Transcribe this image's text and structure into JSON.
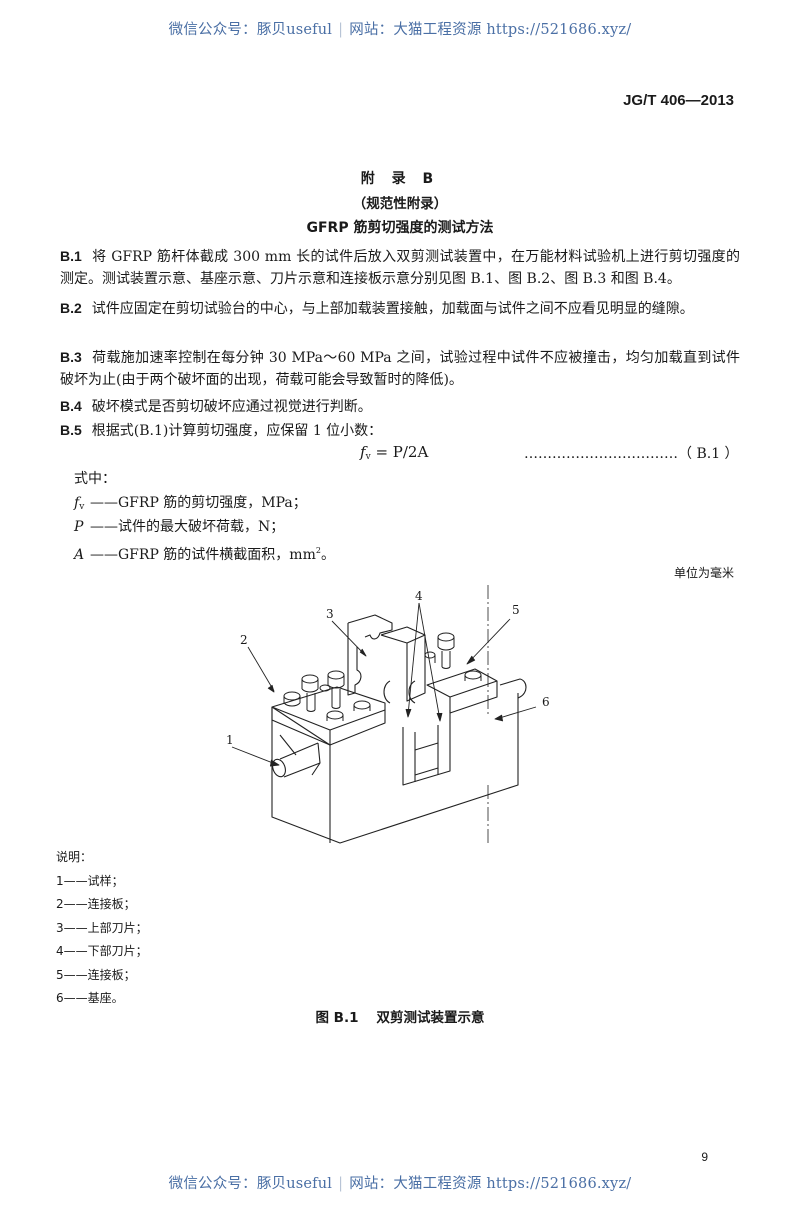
{
  "watermark": {
    "color": "#4a6fa5",
    "wechat_label": "微信公众号：豚贝useful",
    "separator": "|",
    "site_label": "网站：大猫工程资源 https://521686.xyz/"
  },
  "header": {
    "standard_number": "JG/T 406—2013"
  },
  "appendix": {
    "title": "附 录 B",
    "type": "（规范性附录）",
    "subtitle": "GFRP 筋剪切强度的测试方法"
  },
  "clauses": [
    {
      "number": "B.1",
      "text": "将 GFRP 筋杆体截成 300 mm 长的试件后放入双剪测试装置中，在万能材料试验机上进行剪切强度的测定。测试装置示意、基座示意、刀片示意和连接板示意分别见图 B.1、图 B.2、图 B.3 和图 B.4。"
    },
    {
      "number": "B.2",
      "text": "试件应固定在剪切试验台的中心，与上部加载装置接触，加载面与试件之间不应看见明显的缝隙。"
    },
    {
      "number": "B.3",
      "text": "荷载施加速率控制在每分钟 30 MPa～60 MPa 之间，试验过程中试件不应被撞击，均匀加载直到试件破坏为止(由于两个破坏面的出现，荷载可能会导致暂时的降低)。"
    },
    {
      "number": "B.4",
      "text": "破坏模式是否剪切破坏应通过视觉进行判断。"
    },
    {
      "number": "B.5",
      "text": "根据式(B.1)计算剪切强度，应保留 1 位小数："
    }
  ],
  "formula": {
    "lhs_symbol": "f",
    "lhs_subscript": "v",
    "rhs": "= P/2A",
    "reference": "……………………………（ B.1 ）"
  },
  "where": {
    "label": "式中：",
    "items": [
      {
        "symbol": "f",
        "subscript": "v",
        "dash": "——",
        "text": "GFRP 筋的剪切强度，MPa；"
      },
      {
        "symbol": "P",
        "subscript": "",
        "dash": "——",
        "text": "试件的最大破坏荷载，N；"
      },
      {
        "symbol": "A",
        "subscript": "",
        "dash": "——",
        "text": "GFRP 筋的试件横截面积，mm",
        "superscript": "2",
        "end": "。"
      }
    ]
  },
  "figure": {
    "unit_note": "单位为毫米",
    "callouts": [
      "1",
      "2",
      "3",
      "4",
      "5",
      "6"
    ],
    "legend_title": "说明：",
    "legend": [
      "1——试样；",
      "2——连接板；",
      "3——上部刀片；",
      "4——下部刀片；",
      "5——连接板；",
      "6——基座。"
    ],
    "caption_number": "图 B.1",
    "caption_text": "双剪测试装置示意"
  },
  "footer": {
    "page_number": "9"
  }
}
